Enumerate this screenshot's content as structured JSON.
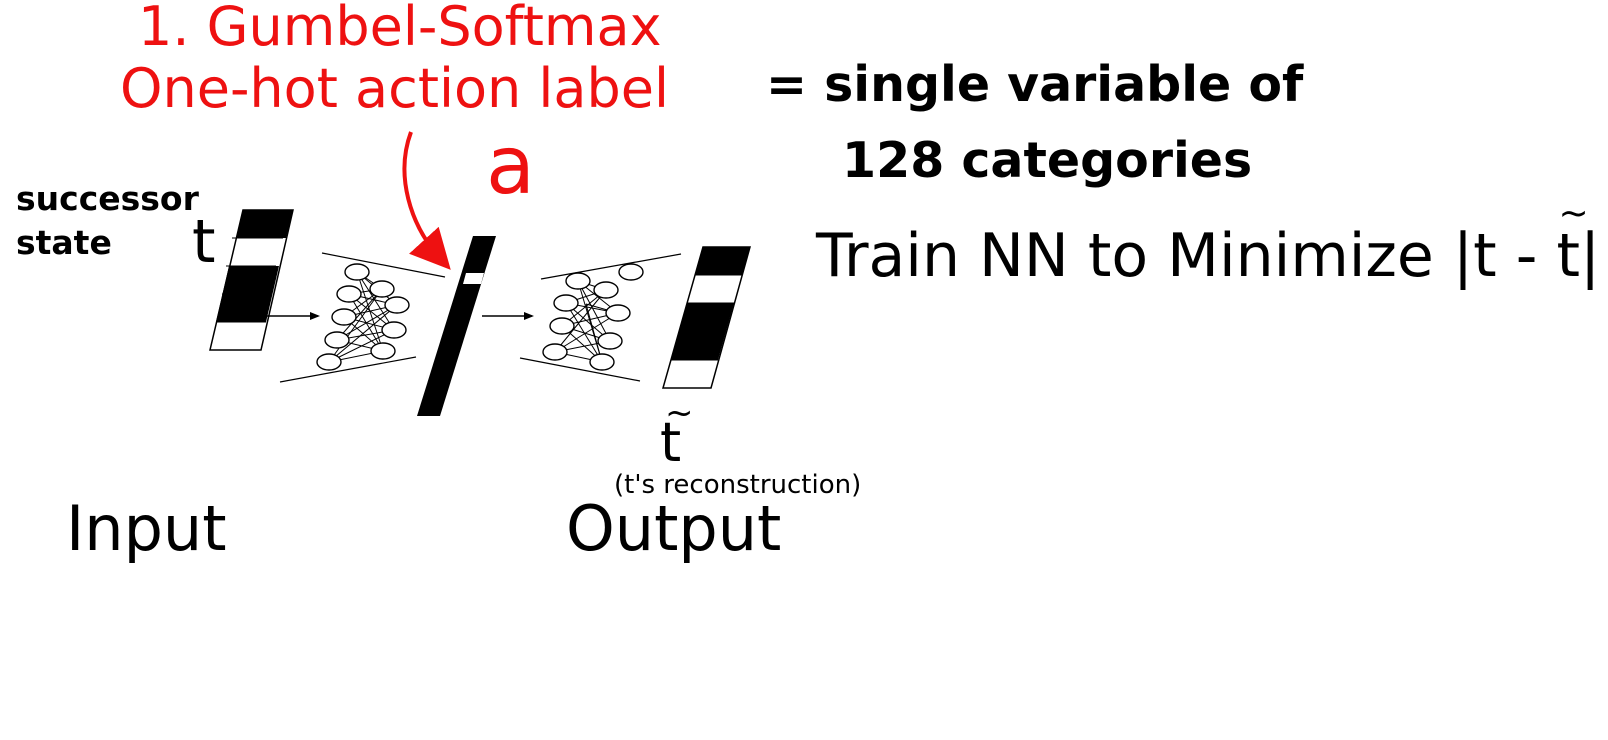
{
  "gumbel": {
    "line1": "1. Gumbel-Softmax",
    "line2": "One-hot action label",
    "symbol": "a"
  },
  "category_note": {
    "line1": "= single variable of",
    "line2": "128 categories"
  },
  "input": {
    "successor_line1": "successor",
    "successor_line2": "state",
    "symbol": "t",
    "label": "Input"
  },
  "output": {
    "symbol": "t",
    "tilde": "~",
    "note": "(t's reconstruction)",
    "label": "Output"
  },
  "objective": {
    "prefix": "Train NN to Minimize ",
    "bar_left": "|",
    "t": "t",
    "minus": " - ",
    "t_tilde": "t",
    "tilde": "~",
    "bar_right": "|"
  },
  "colors": {
    "highlight": "#ee1111",
    "ink": "#000000"
  }
}
